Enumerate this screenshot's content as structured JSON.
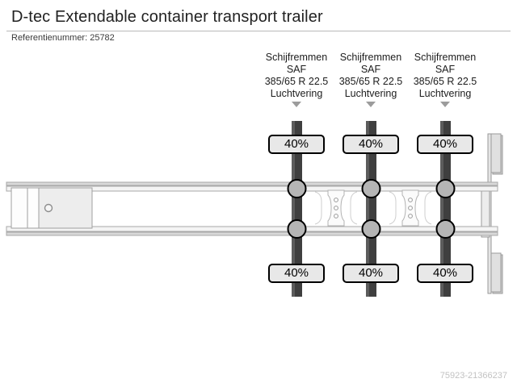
{
  "header": {
    "title": "D-tec Extendable container transport trailer",
    "reference_label": "Referentienummer: 25782"
  },
  "axle_specs": [
    {
      "brake_type": "Schijfremmen",
      "brand": "SAF",
      "tyre_size": "385/65 R 22.5",
      "suspension": "Luchtvering",
      "marker": "triangle-down-icon"
    },
    {
      "brake_type": "Schijfremmen",
      "brand": "SAF",
      "tyre_size": "385/65 R 22.5",
      "suspension": "Luchtvering",
      "marker": "triangle-down-icon"
    },
    {
      "brake_type": "Schijfremmen",
      "brand": "SAF",
      "tyre_size": "385/65 R 22.5",
      "suspension": "Luchtvering",
      "marker": "triangle-down-icon"
    }
  ],
  "tyre_badges": {
    "top": [
      "40%",
      "40%",
      "40%"
    ],
    "bottom": [
      "40%",
      "40%",
      "40%"
    ]
  },
  "footer": {
    "watermark": "75923-21366237"
  },
  "colors": {
    "chassis_stroke": "#9a9a9a",
    "chassis_fill": "#f2f2f2",
    "axle_dark": "#3f3f3f",
    "wheel_fill": "#b5b5b5",
    "badge_fill": "#e8e8e8",
    "badge_border": "#000000",
    "marker_grey": "#9c9c9c",
    "watermark_grey": "#c2c2c2"
  }
}
